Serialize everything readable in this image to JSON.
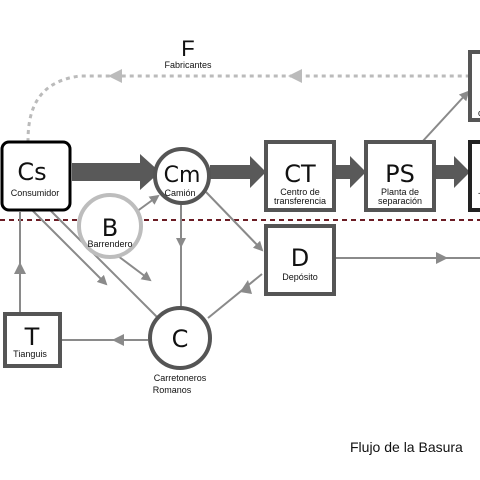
{
  "diagram": {
    "caption": "Flujo de la Basura",
    "top_loop": {
      "letter": "F",
      "label": "Fabricantes"
    },
    "nodes": {
      "consumidor": {
        "code": "Cs",
        "label": "Consumidor"
      },
      "camion": {
        "code": "Cm",
        "label": "Camión"
      },
      "centro_transferencia": {
        "code": "CT",
        "label_line1": "Centro de",
        "label_line2": "transferencia"
      },
      "planta_separacion": {
        "code": "PS",
        "label_line1": "Planta de",
        "label_line2": "separación"
      },
      "barrendero": {
        "code": "B",
        "label": "Barrendero"
      },
      "deposito": {
        "code": "D",
        "label": "Depósito"
      },
      "tianguis": {
        "code": "T",
        "label": "Tianguis"
      },
      "carretoneros": {
        "code": "C",
        "label_line1": "Carretoneros",
        "label_line2": "Romanos"
      },
      "right_box_partial": {
        "label": "c"
      },
      "right_box_main_partial": {
        "label": "-"
      }
    },
    "colors": {
      "box_stroke": "#555555",
      "main_flow": "#595959",
      "thin_flow": "#8a8a8a",
      "barrendero_circle": "#bdbdbd",
      "dashed_boundary": "#6b1c24",
      "dotted_loop": "#bbbbbb",
      "text": "#111111"
    }
  }
}
